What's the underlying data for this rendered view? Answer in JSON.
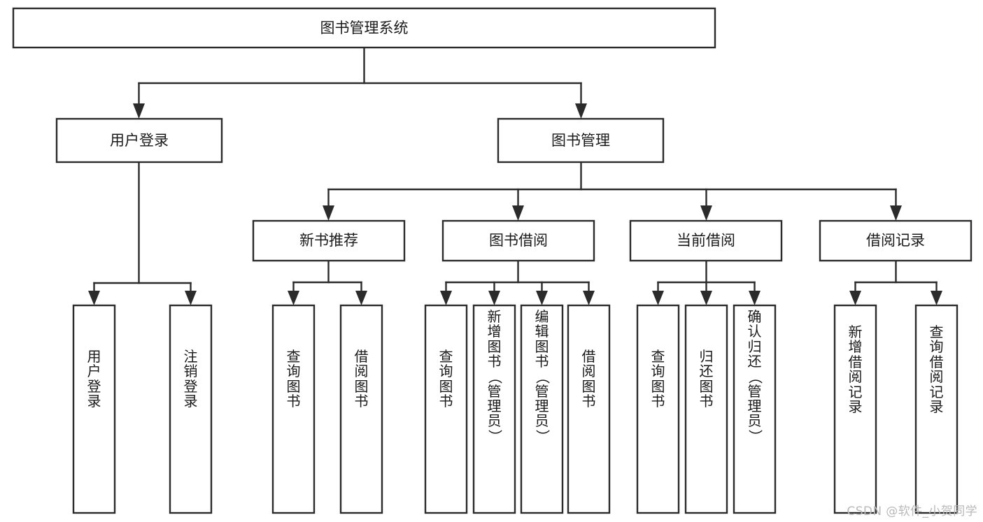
{
  "diagram": {
    "type": "hierarchy-tree",
    "title": "图书管理系统",
    "watermark": "CSDN @软件_小贺同学",
    "colors": {
      "box_stroke": "#2b2b2b",
      "box_fill": "#ffffff",
      "text": "#1a1a1a",
      "background": "#ffffff",
      "watermark": "#b9b9b9"
    },
    "root": {
      "label": "图书管理系统"
    },
    "level2": [
      {
        "label": "用户登录"
      },
      {
        "label": "图书管理"
      }
    ],
    "level3": [
      {
        "label": "新书推荐"
      },
      {
        "label": "图书借阅"
      },
      {
        "label": "当前借阅"
      },
      {
        "label": "借阅记录"
      }
    ],
    "leaves": {
      "user_login": [
        {
          "label": "用户登录",
          "chars": [
            "用",
            "户",
            "登",
            "录"
          ]
        },
        {
          "label": "注销登录",
          "chars": [
            "注",
            "销",
            "登",
            "录"
          ]
        }
      ],
      "new_book_recommend": [
        {
          "label": "查询图书",
          "chars": [
            "查",
            "询",
            "图",
            "书"
          ]
        },
        {
          "label": "借阅图书",
          "chars": [
            "借",
            "阅",
            "图",
            "书"
          ]
        }
      ],
      "book_borrow": [
        {
          "label": "查询图书",
          "chars": [
            "查",
            "询",
            "图",
            "书"
          ]
        },
        {
          "label": "新增图书（管理员）",
          "chars": [
            "新",
            "增",
            "图",
            "书",
            "（",
            "管",
            "理",
            "员",
            "）"
          ]
        },
        {
          "label": "编辑图书（管理员）",
          "chars": [
            "编",
            "辑",
            "图",
            "书",
            "（",
            "管",
            "理",
            "员",
            "）"
          ]
        },
        {
          "label": "借阅图书",
          "chars": [
            "借",
            "阅",
            "图",
            "书"
          ]
        }
      ],
      "current_borrow": [
        {
          "label": "查询图书",
          "chars": [
            "查",
            "询",
            "图",
            "书"
          ]
        },
        {
          "label": "归还图书",
          "chars": [
            "归",
            "还",
            "图",
            "书"
          ]
        },
        {
          "label": "确认归还（管理员）",
          "chars": [
            "确",
            "认",
            "归",
            "还",
            "（",
            "管",
            "理",
            "员",
            "）"
          ]
        }
      ],
      "borrow_record": [
        {
          "label": "新增借阅记录",
          "chars": [
            "新",
            "增",
            "借",
            "阅",
            "记",
            "录"
          ]
        },
        {
          "label": "查询借阅记录",
          "chars": [
            "查",
            "询",
            "借",
            "阅",
            "记",
            "录"
          ]
        }
      ]
    }
  }
}
